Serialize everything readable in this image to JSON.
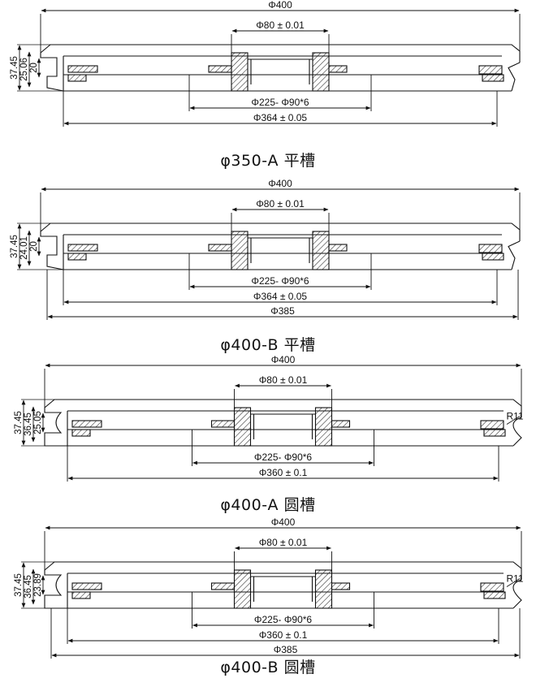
{
  "drawings": [
    {
      "caption": "φ350-A 平槽",
      "groove": "flat",
      "dims": {
        "outer": "Φ400",
        "bore": "Φ80 ± 0.01",
        "holes": "Φ225- Φ90*6",
        "seat": "Φ364 ± 0.05",
        "base": ""
      },
      "heights": [
        "37.45",
        "25.06",
        "20"
      ],
      "radius": ""
    },
    {
      "caption": "φ400-B 平槽",
      "groove": "flat",
      "dims": {
        "outer": "Φ400",
        "bore": "Φ80 ± 0.01",
        "holes": "Φ225- Φ90*6",
        "seat": "Φ364 ± 0.05",
        "base": "Φ385"
      },
      "heights": [
        "37.45",
        "24.01",
        "20"
      ],
      "radius": ""
    },
    {
      "caption": "φ400-A 圆槽",
      "groove": "round",
      "dims": {
        "outer": "Φ400",
        "bore": "Φ80 ± 0.01",
        "holes": "Φ225- Φ90*6",
        "seat": "Φ360 ± 0.1",
        "base": ""
      },
      "heights": [
        "37.45",
        "36.45",
        "25.05"
      ],
      "radius": "R11"
    },
    {
      "caption": "φ400-B 圆槽",
      "groove": "round",
      "dims": {
        "outer": "Φ400",
        "bore": "Φ80 ± 0.01",
        "holes": "Φ225- Φ90*6",
        "seat": "Φ360 ± 0.1",
        "base": "Φ385"
      },
      "heights": [
        "37.45",
        "36.45",
        "23.89"
      ],
      "radius": "R11"
    }
  ]
}
